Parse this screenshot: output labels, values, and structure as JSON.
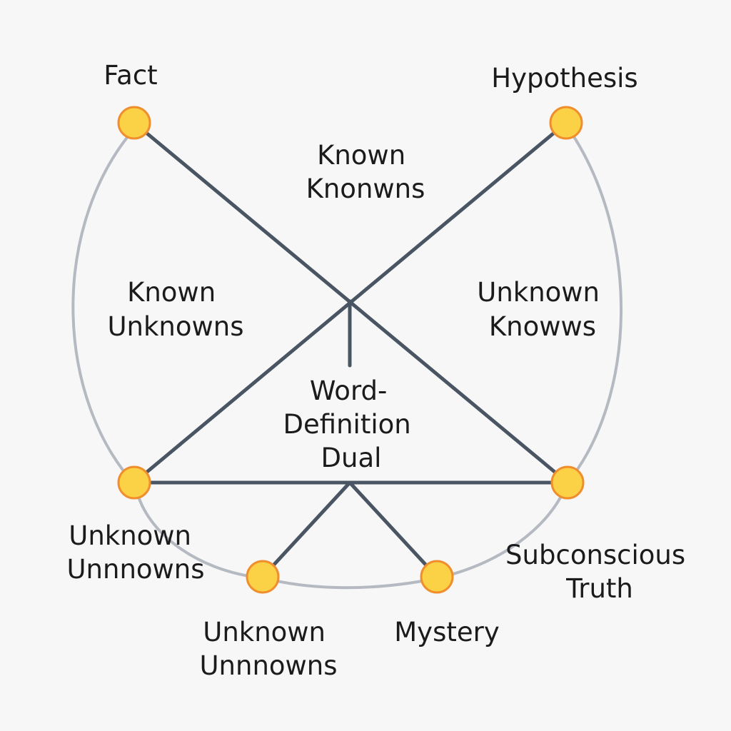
{
  "nodes": {
    "fact": "Fact",
    "hypothesis": "Hypothesis",
    "unknown_unnowns_left": [
      "Unknown",
      "Unnnowns"
    ],
    "subconscious_truth": [
      "Subconscious",
      "Truth"
    ],
    "unknown_unnowns_bottom": [
      "Unknown",
      "Unnnowns"
    ],
    "mystery": "Mystery"
  },
  "regions": {
    "known_knowns": [
      "Known",
      "Knonwns"
    ],
    "known_unknowns": [
      "Known",
      "Unknowns"
    ],
    "unknown_knowns": [
      "Unknown",
      "Knowws"
    ],
    "center": [
      "Word-",
      "Definition",
      "Dual"
    ]
  },
  "colors": {
    "node_fill": "#fbd246",
    "node_stroke": "#f08e2e",
    "edge": "#4a5563",
    "outer_arc": "#b5b9c1",
    "background": "#f7f7f7"
  }
}
